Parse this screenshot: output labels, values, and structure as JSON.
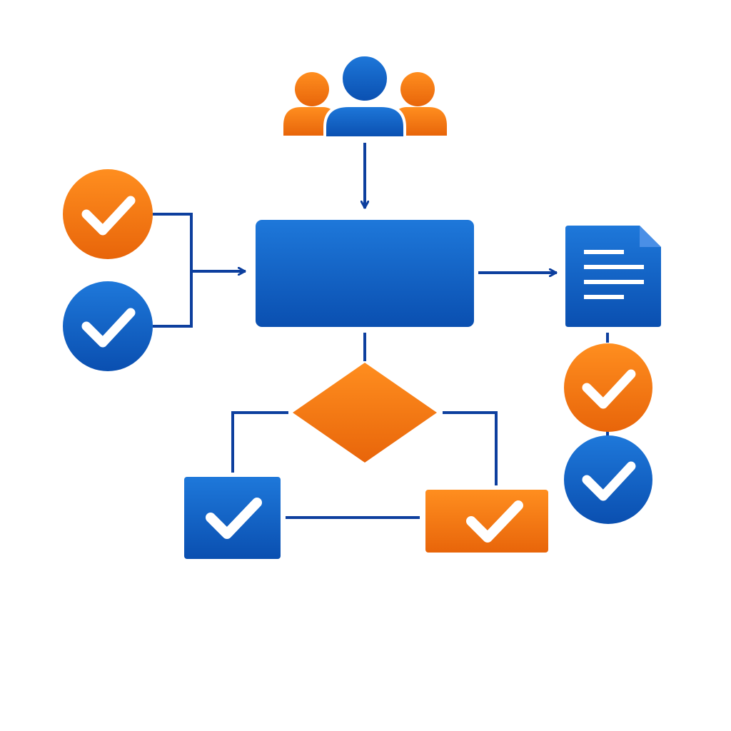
{
  "colors": {
    "blue": "#0B5CC4",
    "blue_light": "#1E78DA",
    "blue_dark": "#0A47A3",
    "orange": "#F57A0F",
    "orange_light": "#FF8E1F",
    "orange_dark": "#E0600A",
    "connector": "#0D3F9E",
    "check": "#FFFFFF",
    "background": "#FFFFFF"
  },
  "nodes": [
    {
      "id": "team",
      "shape": "people-group",
      "icon": "team-icon"
    },
    {
      "id": "process",
      "shape": "rounded-rectangle",
      "color": "blue"
    },
    {
      "id": "input-check-orange",
      "shape": "circle",
      "color": "orange",
      "icon": "check-icon"
    },
    {
      "id": "input-check-blue",
      "shape": "circle",
      "color": "blue",
      "icon": "check-icon"
    },
    {
      "id": "output-document",
      "shape": "document",
      "color": "blue",
      "icon": "document-icon"
    },
    {
      "id": "doc-check-orange",
      "shape": "circle",
      "color": "orange",
      "icon": "check-icon"
    },
    {
      "id": "doc-check-blue",
      "shape": "circle",
      "color": "blue",
      "icon": "check-icon"
    },
    {
      "id": "decision",
      "shape": "diamond",
      "color": "orange"
    },
    {
      "id": "result-blue",
      "shape": "square",
      "color": "blue",
      "icon": "check-icon"
    },
    {
      "id": "result-orange",
      "shape": "rectangle",
      "color": "orange",
      "icon": "check-icon"
    }
  ],
  "edges": [
    {
      "from": "team",
      "to": "process",
      "arrow": true
    },
    {
      "from": "input-check-orange",
      "to": "process",
      "arrow": true
    },
    {
      "from": "input-check-blue",
      "to": "process",
      "arrow": true
    },
    {
      "from": "process",
      "to": "output-document",
      "arrow": true
    },
    {
      "from": "process",
      "to": "decision",
      "arrow": false
    },
    {
      "from": "decision",
      "to": "result-blue",
      "arrow": false
    },
    {
      "from": "decision",
      "to": "result-orange",
      "arrow": false
    },
    {
      "from": "result-blue",
      "to": "result-orange",
      "arrow": false
    },
    {
      "from": "output-document",
      "to": "doc-check-orange",
      "arrow": false,
      "style": "dashed"
    },
    {
      "from": "doc-check-orange",
      "to": "doc-check-blue",
      "arrow": false,
      "style": "dashed"
    }
  ]
}
